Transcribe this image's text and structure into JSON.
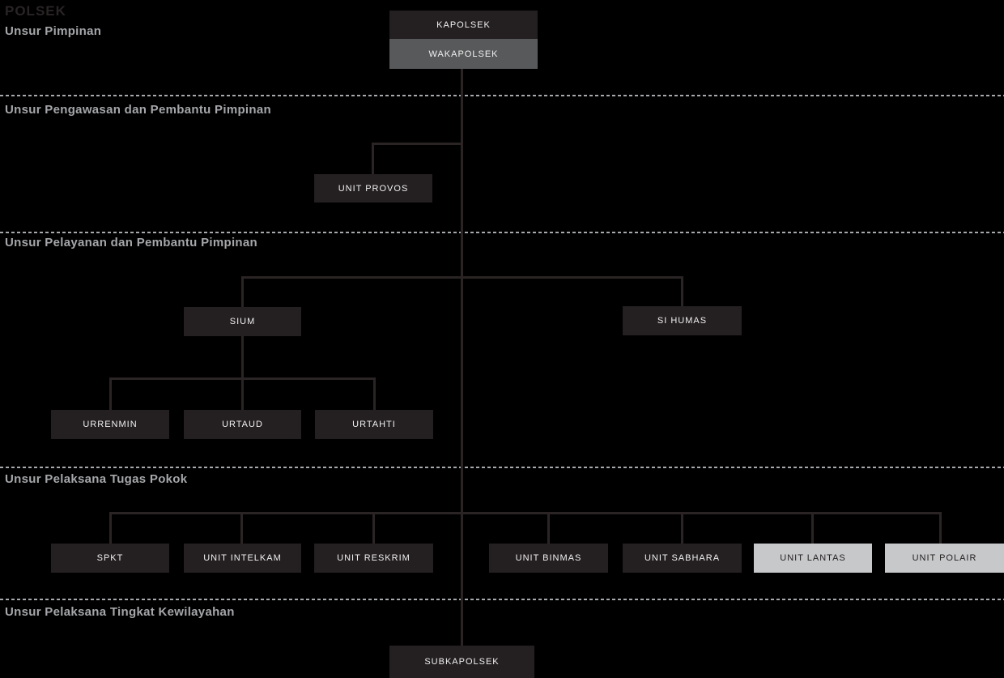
{
  "page": {
    "title": "POLSEK"
  },
  "colors": {
    "background": "#000000",
    "node_dark": "#241f20",
    "node_gray": "#58595b",
    "node_light": "#c7c8ca",
    "node_text_on_dark": "#f1f1f2",
    "node_text_on_light": "#231f20",
    "connector": "#2b2425",
    "section_label": "#a5a7aa",
    "divider_dash": "#a7a9ac"
  },
  "sections": [
    {
      "label": "Unsur Pimpinan"
    },
    {
      "label": "Unsur Pengawasan dan Pembantu Pimpinan"
    },
    {
      "label": "Unsur Pelayanan dan Pembantu Pimpinan"
    },
    {
      "label": "Unsur Pelaksana Tugas Pokok"
    },
    {
      "label": "Unsur Pelaksana Tingkat Kewilayahan"
    }
  ],
  "nodes": {
    "kapolsek": {
      "label": "KAPOLSEK",
      "variant": "dark"
    },
    "wakapolsek": {
      "label": "WAKAPOLSEK",
      "variant": "gray"
    },
    "unit_provos": {
      "label": "UNIT PROVOS",
      "variant": "dark"
    },
    "sium": {
      "label": "SIUM",
      "variant": "dark"
    },
    "si_humas": {
      "label": "SI HUMAS",
      "variant": "dark"
    },
    "urrenmin": {
      "label": "URRENMIN",
      "variant": "dark"
    },
    "urtaud": {
      "label": "URTAUD",
      "variant": "dark"
    },
    "urtahti": {
      "label": "URTAHTI",
      "variant": "dark"
    },
    "spkt": {
      "label": "SPKT",
      "variant": "dark"
    },
    "unit_intelkam": {
      "label": "UNIT INTELKAM",
      "variant": "dark"
    },
    "unit_reskrim": {
      "label": "UNIT RESKRIM",
      "variant": "dark"
    },
    "unit_binmas": {
      "label": "UNIT BINMAS",
      "variant": "dark"
    },
    "unit_sabhara": {
      "label": "UNIT SABHARA",
      "variant": "dark"
    },
    "unit_lantas": {
      "label": "UNIT LANTAS",
      "variant": "light"
    },
    "unit_polair": {
      "label": "UNIT POLAIR",
      "variant": "light"
    },
    "subkapolsek": {
      "label": "SUBKAPOLSEK",
      "variant": "dark"
    }
  },
  "hierarchy": {
    "root": "KAPOLSEK",
    "edges": [
      {
        "from": "KAPOLSEK",
        "to": "WAKAPOLSEK"
      },
      {
        "from": "WAKAPOLSEK",
        "to": "UNIT PROVOS"
      },
      {
        "from": "WAKAPOLSEK",
        "to": "SIUM"
      },
      {
        "from": "WAKAPOLSEK",
        "to": "SI HUMAS"
      },
      {
        "from": "SIUM",
        "to": "URRENMIN"
      },
      {
        "from": "SIUM",
        "to": "URTAUD"
      },
      {
        "from": "SIUM",
        "to": "URTAHTI"
      },
      {
        "from": "WAKAPOLSEK",
        "to": "SPKT"
      },
      {
        "from": "WAKAPOLSEK",
        "to": "UNIT INTELKAM"
      },
      {
        "from": "WAKAPOLSEK",
        "to": "UNIT RESKRIM"
      },
      {
        "from": "WAKAPOLSEK",
        "to": "UNIT BINMAS"
      },
      {
        "from": "WAKAPOLSEK",
        "to": "UNIT SABHARA"
      },
      {
        "from": "WAKAPOLSEK",
        "to": "UNIT LANTAS"
      },
      {
        "from": "WAKAPOLSEK",
        "to": "UNIT POLAIR"
      },
      {
        "from": "WAKAPOLSEK",
        "to": "SUBKAPOLSEK"
      }
    ]
  }
}
